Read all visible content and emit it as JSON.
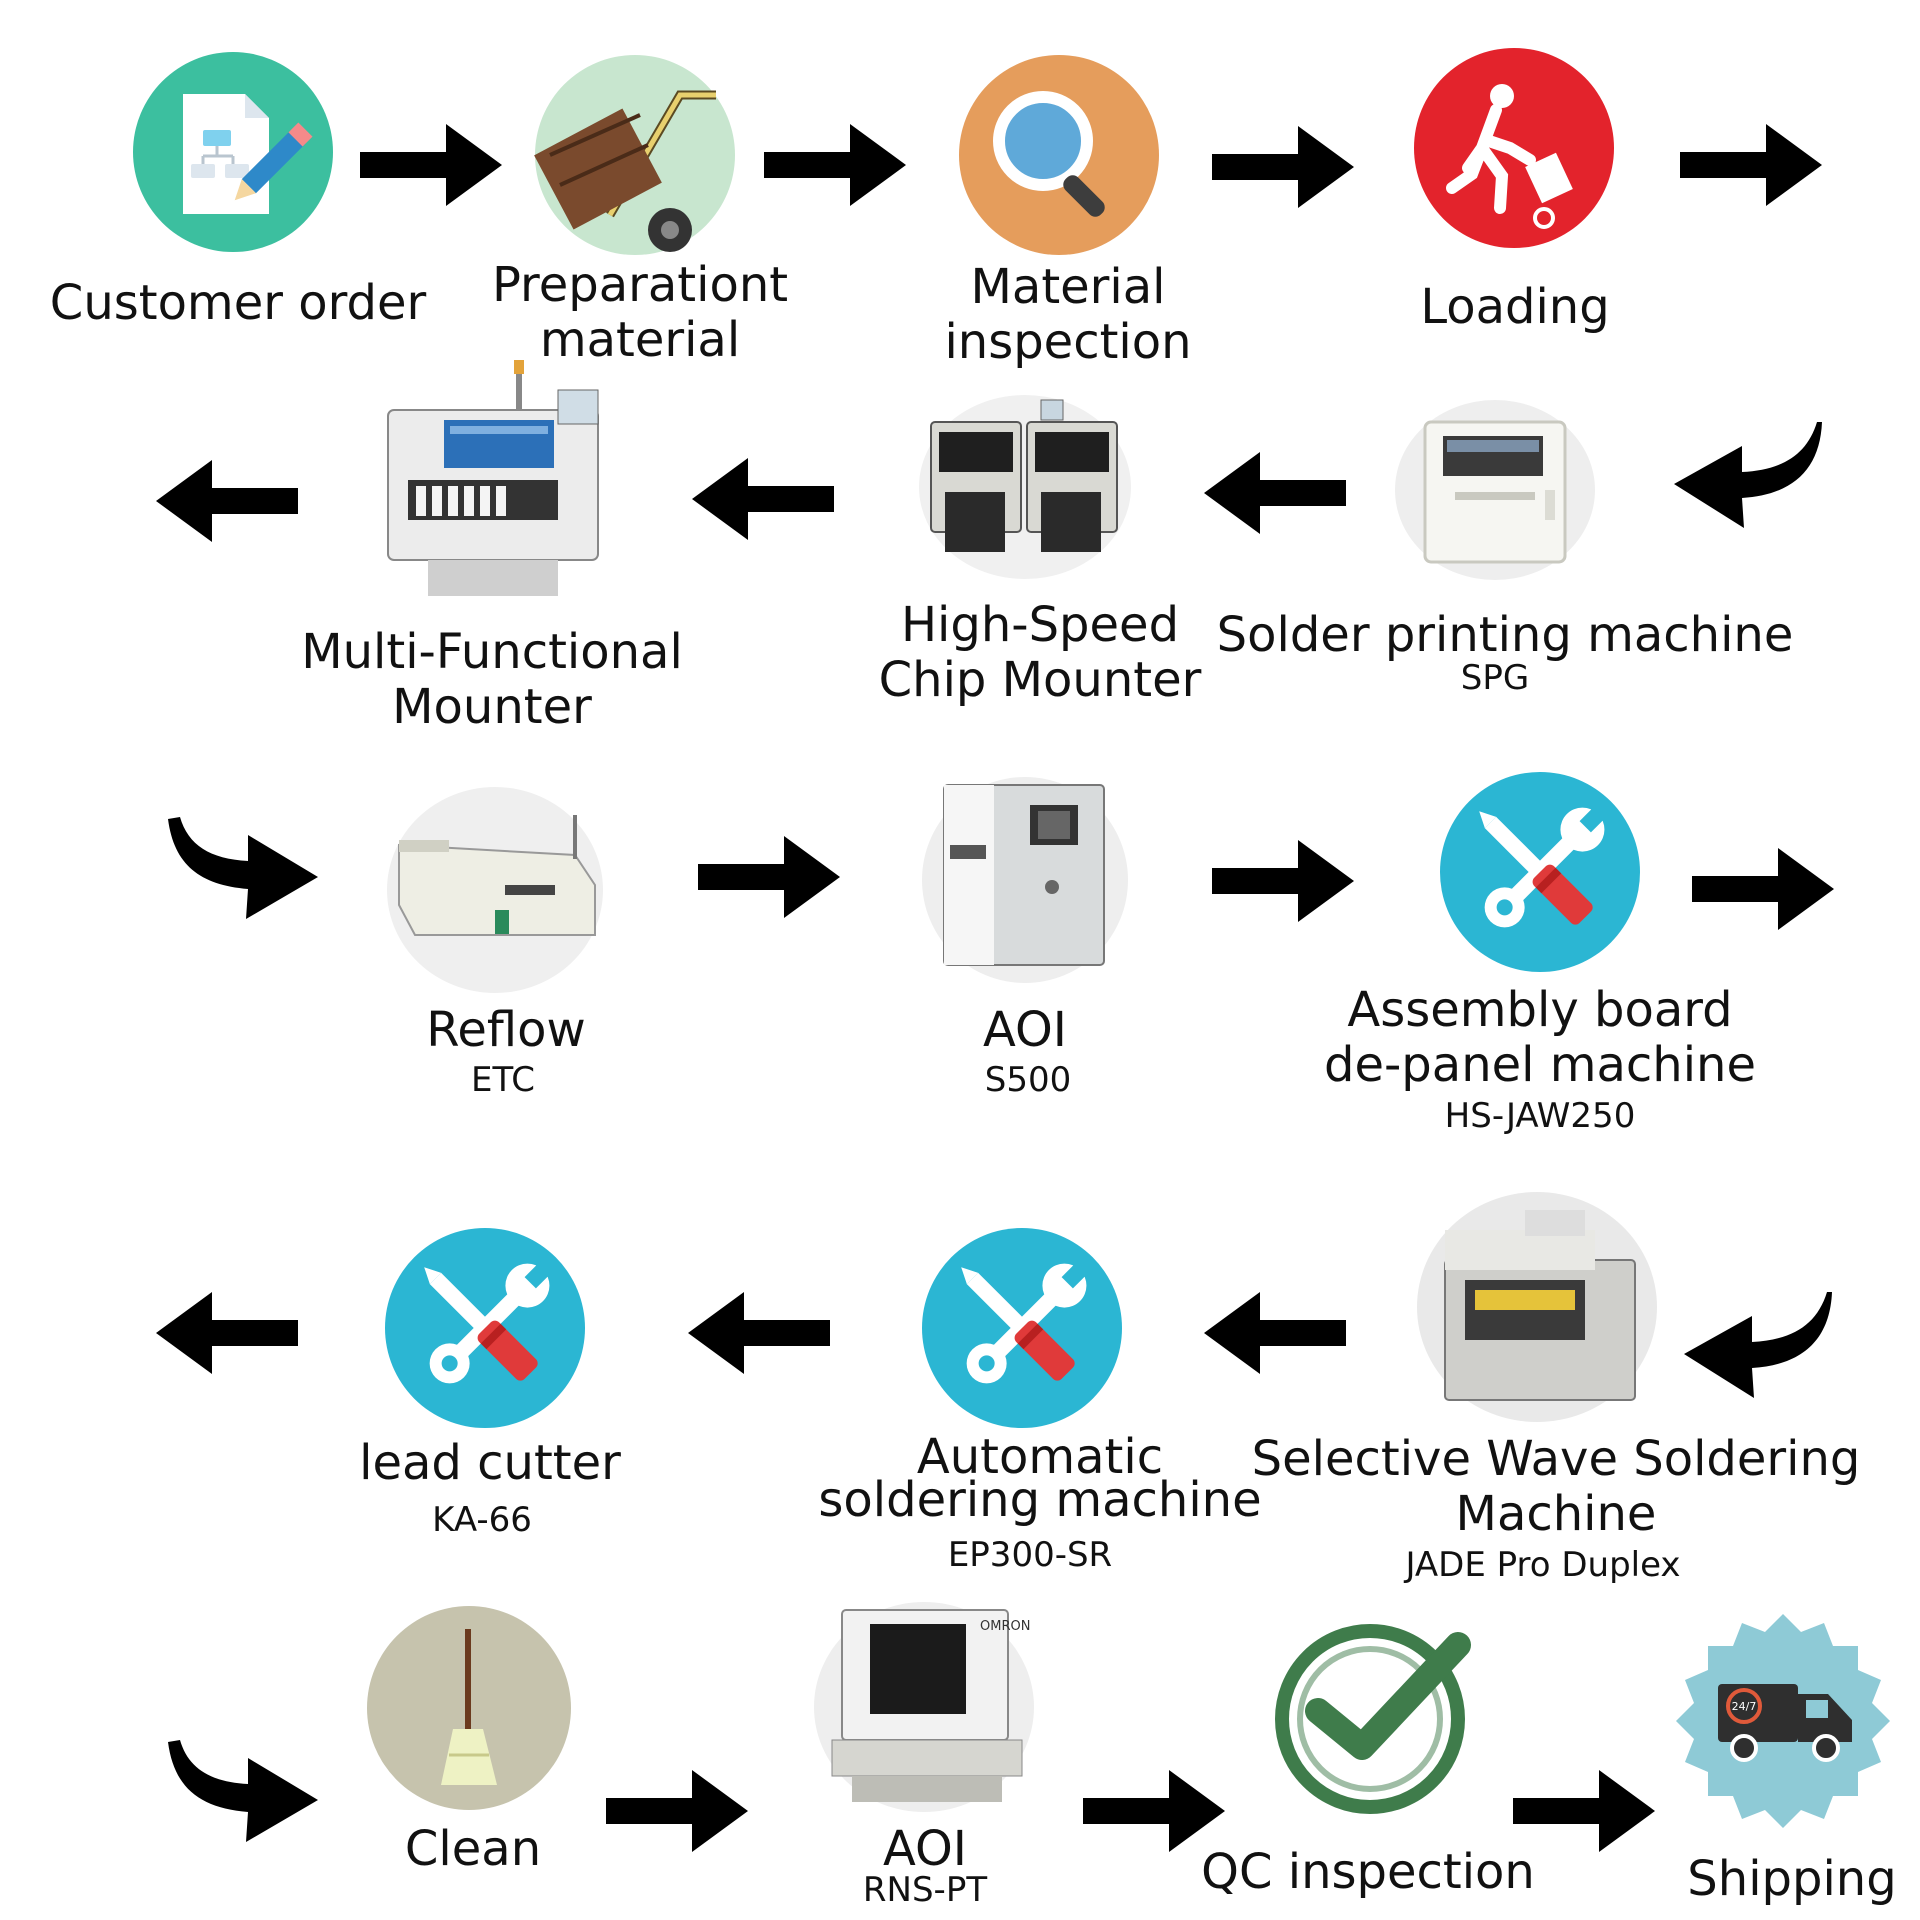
{
  "steps": [
    {
      "name": "Customer order",
      "model": ""
    },
    {
      "name_1": "Preparationt",
      "name_2": "material"
    },
    {
      "name_1": "Material",
      "name_2": "inspection"
    },
    {
      "name": "Loading"
    },
    {
      "name": "Solder printing machine",
      "model": "SPG"
    },
    {
      "name_1": "High-Speed",
      "name_2": "Chip Mounter"
    },
    {
      "name_1": "Multi-Functional",
      "name_2": "Mounter"
    },
    {
      "name": "Reflow",
      "model": "ETC"
    },
    {
      "name": "AOI",
      "model": "S500"
    },
    {
      "name_1": "Assembly board",
      "name_2": "de-panel machine",
      "model": "HS-JAW250"
    },
    {
      "name_1": "Selective Wave Soldering",
      "name_2": "Machine",
      "model": "JADE Pro Duplex"
    },
    {
      "name_1": "Automatic",
      "name_2": "soldering machine",
      "model": "EP300-SR"
    },
    {
      "name": "lead cutter",
      "model": "KA-66"
    },
    {
      "name": "Clean"
    },
    {
      "name": "AOI",
      "model": "RNS-PT"
    },
    {
      "name": "QC inspection"
    },
    {
      "name": "Shipping"
    }
  ],
  "icons": {
    "customer_order": "document-edit-icon",
    "preparation": "hand-truck-icon",
    "inspection": "magnifier-icon",
    "loading": "person-pushing-cart-icon",
    "tools": "wrench-screwdriver-icon",
    "clean": "broom-icon",
    "qc": "checkmark-icon",
    "shipping": "delivery-truck-icon",
    "machine_label_aoi": "OMRON",
    "shipping_badge": "24/7"
  },
  "colors": {
    "teal": "#3cbf9f",
    "green_light": "#c8e6cf",
    "orange": "#e59d5c",
    "red": "#e3232c",
    "cyan": "#2bb6d3",
    "olive": "#c6c3ad",
    "qc_green": "#3f7c4b",
    "shipping_blue": "#8ecad6",
    "arrow": "#000000"
  }
}
